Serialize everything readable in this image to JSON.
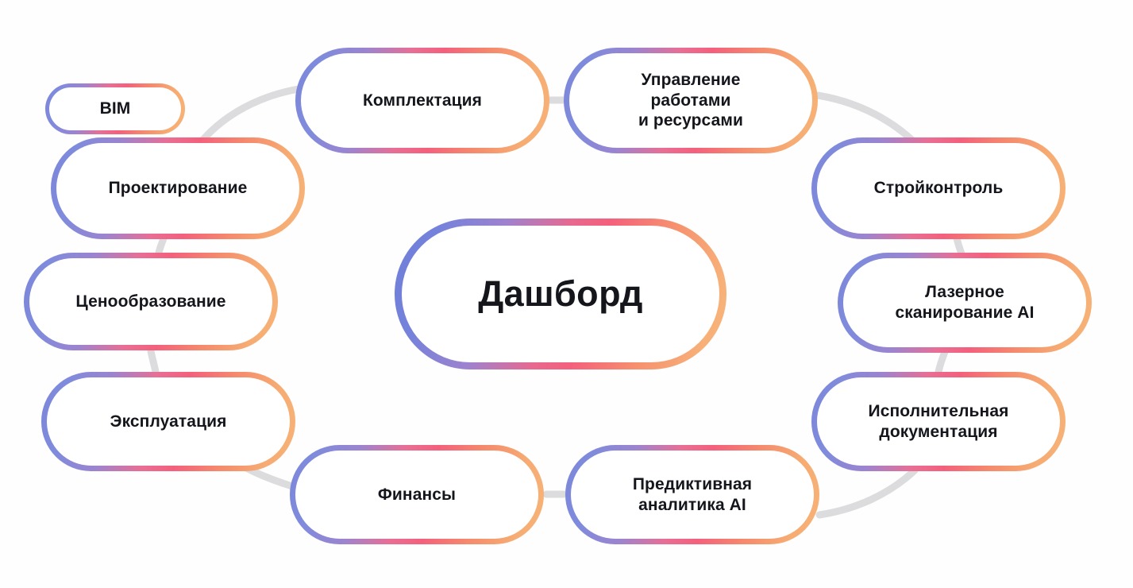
{
  "diagram": {
    "title": "Дашборд",
    "background_color": "#fefefe",
    "connector_color": "#dcdcde",
    "gradient": {
      "start": "#7d87da",
      "mid_purple": "#9b84d0",
      "mid_pink": "#f4607c",
      "end": "#f7b378"
    },
    "hub": {
      "label": "Дашборд"
    },
    "nodes": [
      {
        "id": "bim",
        "label": "BIM"
      },
      {
        "id": "komplektaciya",
        "label": "Комплектация"
      },
      {
        "id": "upravlenie",
        "label": "Управление\nработами\nи ресурсами"
      },
      {
        "id": "stroykontrol",
        "label": "Стройконтроль"
      },
      {
        "id": "lazernoe",
        "label": "Лазерное\nсканирование AI"
      },
      {
        "id": "ispolnitelnaya",
        "label": "Исполнительная\nдокументация"
      },
      {
        "id": "prediktivnaya",
        "label": "Предиктивная\nаналитика AI"
      },
      {
        "id": "finansy",
        "label": "Финансы"
      },
      {
        "id": "ekspluataciya",
        "label": "Эксплуатация"
      },
      {
        "id": "cenoobrazovanie",
        "label": "Ценообразование"
      },
      {
        "id": "proektirovanie",
        "label": "Проектирование"
      }
    ]
  }
}
